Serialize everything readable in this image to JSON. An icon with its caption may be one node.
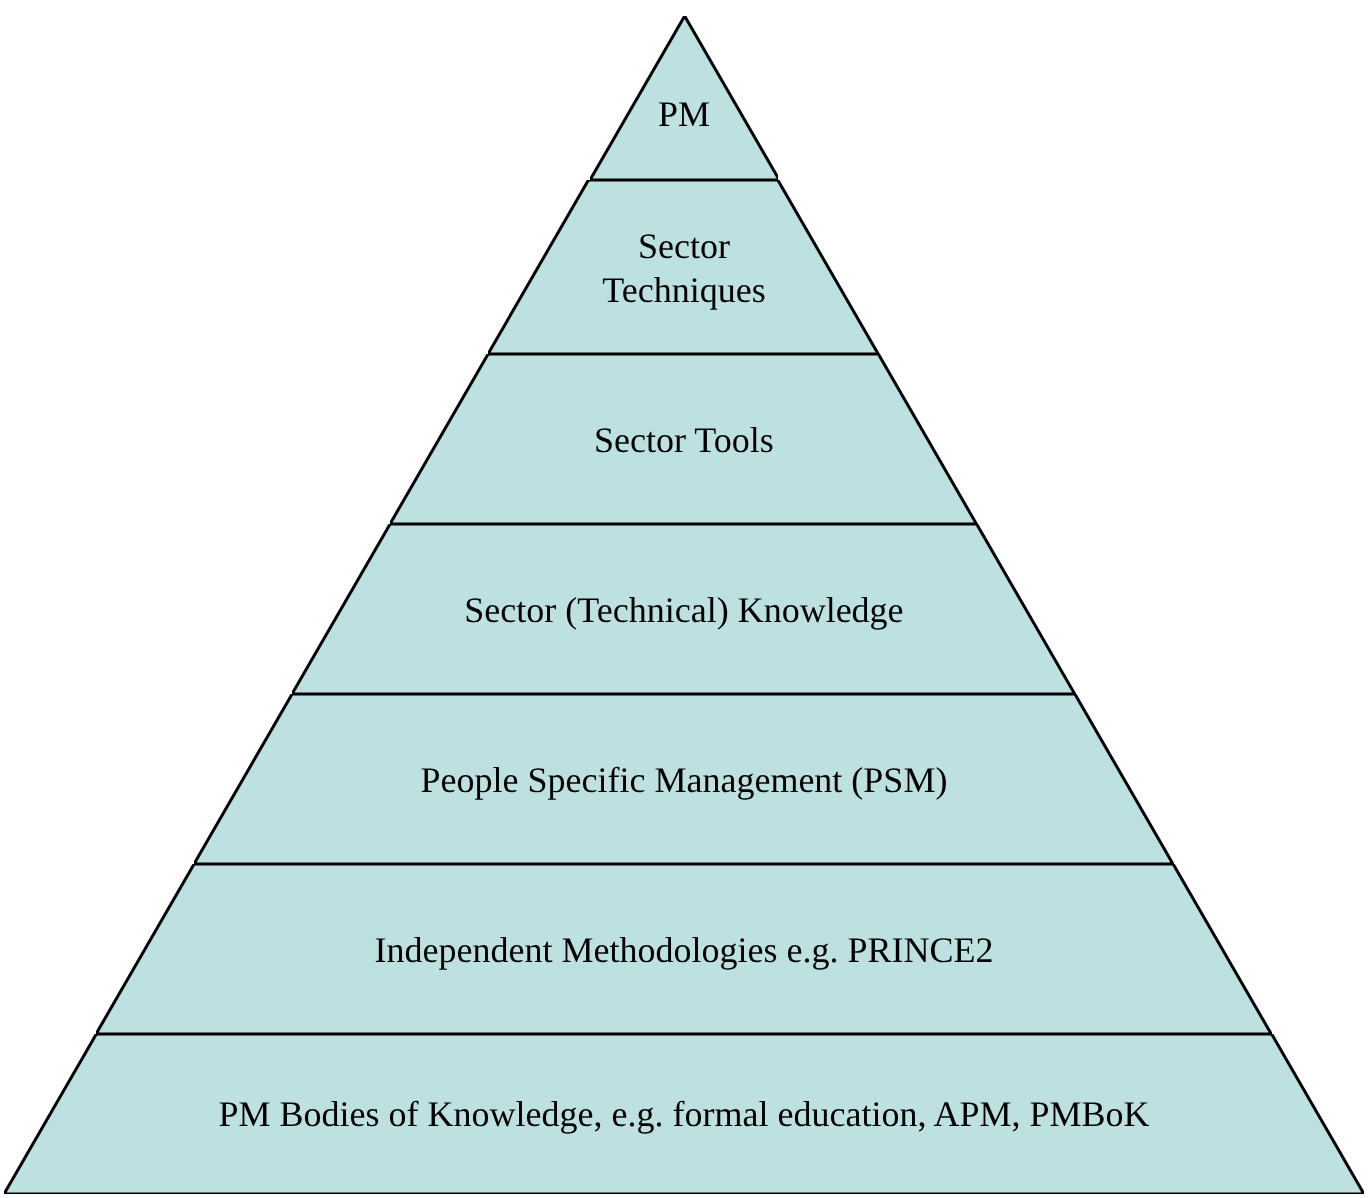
{
  "diagram": {
    "nodes": [
      {
        "text": [
          "PM"
        ]
      },
      {
        "text": [
          "Sector Techniques"
        ]
      },
      {
        "text": [
          "Sector Tools"
        ]
      },
      {
        "text": [
          "Sector (Technical) Knowledge"
        ]
      },
      {
        "text": [
          "People Specific Management (PSM)"
        ]
      },
      {
        "text": [
          "Independent Methodologies e.g. PRINCE2"
        ]
      },
      {
        "text": [
          "PM Bodies of Knowledge, e.g. formal education, APM, PMBoK"
        ]
      }
    ]
  }
}
